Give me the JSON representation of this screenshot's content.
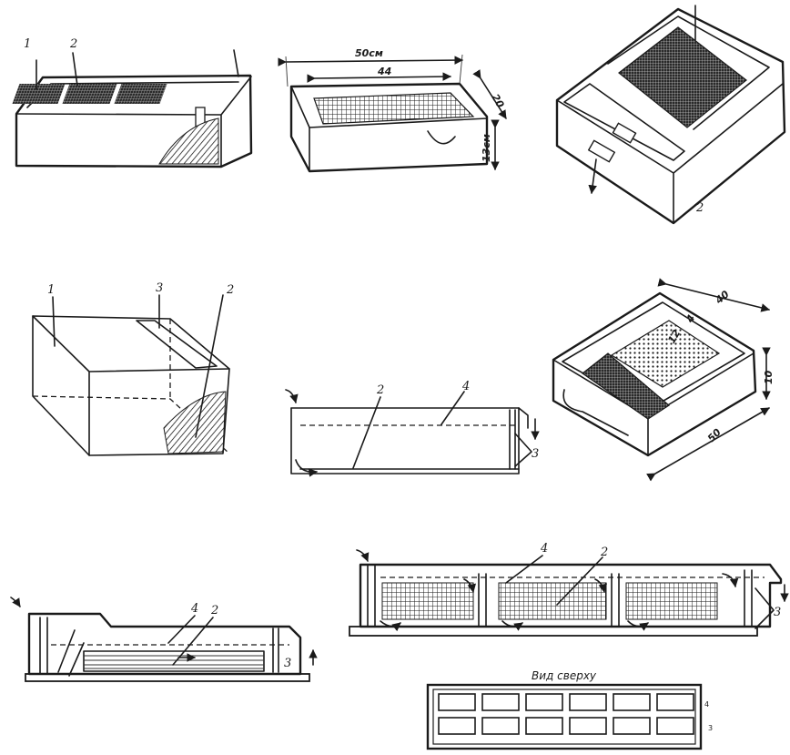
{
  "figure_a": {
    "label_1": "1",
    "label_2": "2"
  },
  "figure_b": {
    "dim_length": "50см",
    "dim_inner": "44",
    "dim_width": "20",
    "dim_height": "13см"
  },
  "figure_c": {
    "label_2": "2"
  },
  "figure_d": {
    "label_1": "1",
    "label_3": "3",
    "label_2": "2"
  },
  "figure_e": {
    "label_2": "2",
    "label_4": "4",
    "label_3": "3"
  },
  "figure_f": {
    "dim_40": "40",
    "dim_12": "12",
    "dim_4": "4",
    "dim_10": "10",
    "dim_50": "50"
  },
  "figure_g": {
    "label_4": "4",
    "label_2": "2",
    "label_3": "3"
  },
  "figure_h": {
    "label_4": "4",
    "label_2": "2",
    "label_3": "3"
  },
  "figure_i": {
    "title": "Вид сверху",
    "label_4": "4",
    "label_3": "3"
  }
}
